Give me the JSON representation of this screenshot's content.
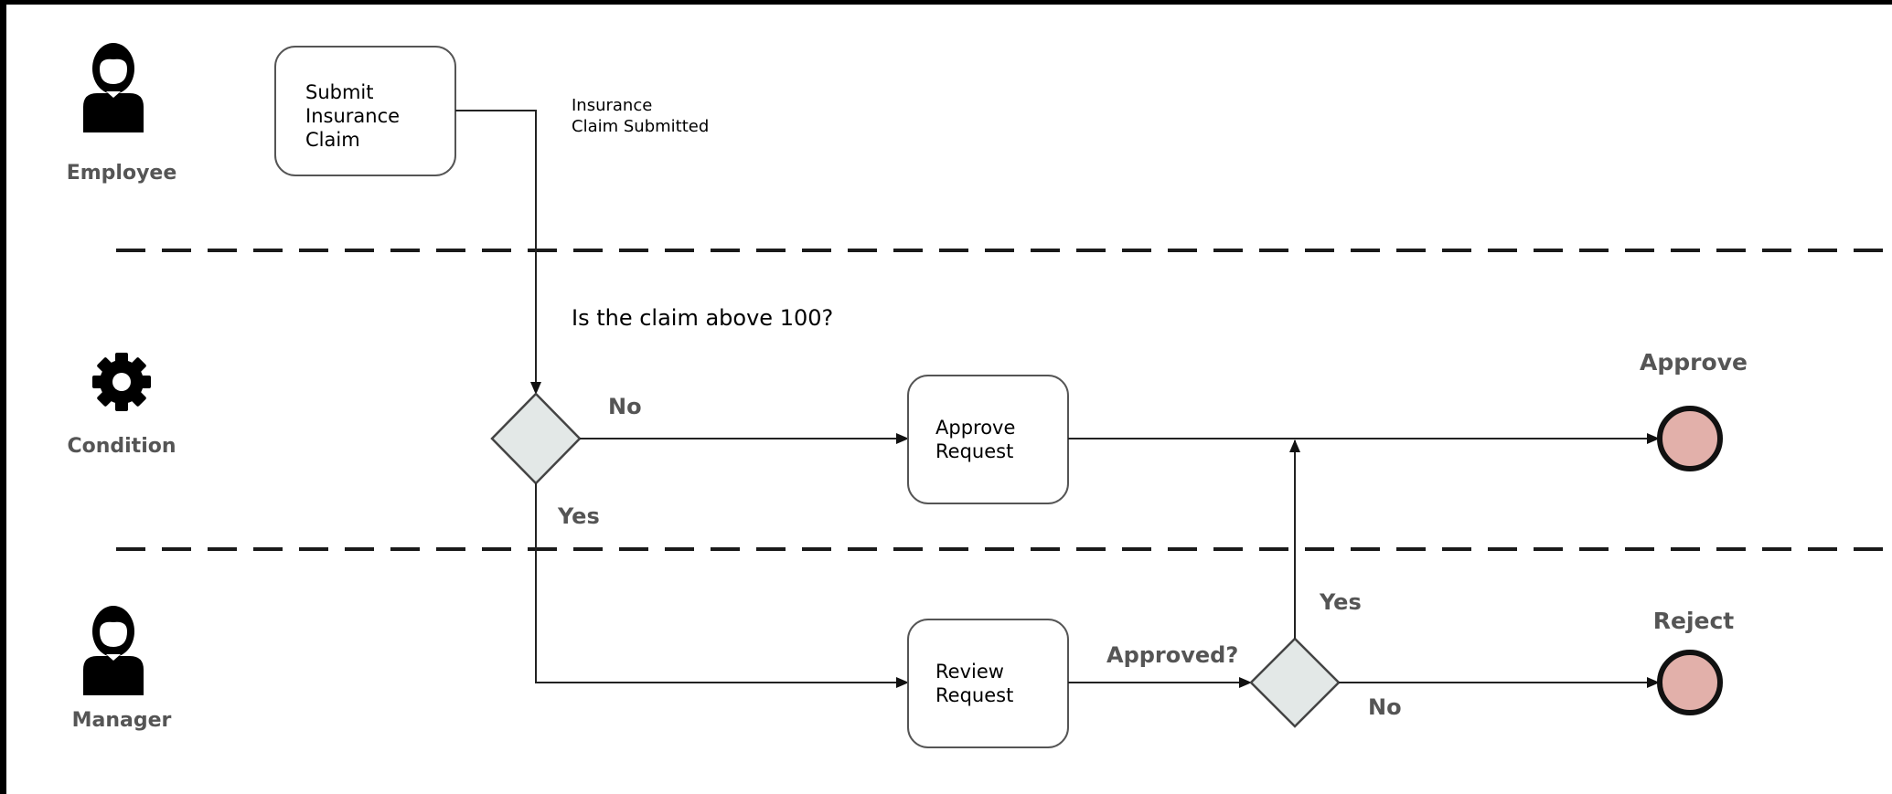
{
  "lanes": [
    {
      "label": "Employee",
      "icon": "person-icon"
    },
    {
      "label": "Condition",
      "icon": "gear-icon"
    },
    {
      "label": "Manager",
      "icon": "person-icon"
    }
  ],
  "tasks": {
    "submit": [
      "Submit",
      "Insurance",
      "Claim"
    ],
    "approve": [
      "Approve",
      "Request"
    ],
    "review": [
      "Review",
      "Request"
    ]
  },
  "annotations": {
    "submitted": [
      "Insurance",
      "Claim Submitted"
    ],
    "question": "Is the claim above 100?"
  },
  "flow_labels": {
    "gateway1_no": "No",
    "gateway1_yes": "Yes",
    "approved_q": "Approved?",
    "gateway2_yes": "Yes",
    "gateway2_no": "No"
  },
  "end_events": {
    "approve": "Approve",
    "reject": "Reject"
  },
  "colors": {
    "gateway_fill": "#e3e8e7",
    "end_event_fill": "#e2b0aa",
    "lane_label": "#555555"
  }
}
